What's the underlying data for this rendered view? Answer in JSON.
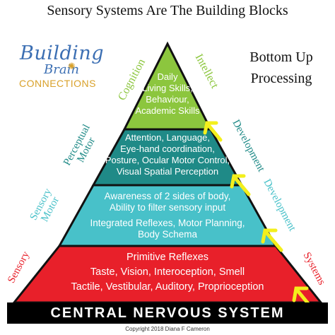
{
  "title": "Sensory Systems Are The Building Blocks",
  "logo": {
    "line1": "Building",
    "line2": "Brain",
    "line3": "CONNECTIONS"
  },
  "bottom_up": {
    "line1": "Bottom Up",
    "line2": "Processing"
  },
  "tiers": {
    "top": [
      "Daily",
      "Living Skills,",
      "Behaviour,",
      "Academic Skills"
    ],
    "second": [
      "Attention, Language,",
      "Eye-hand coordination,",
      "Posture, Ocular Motor Control,",
      "Visual Spatial Perception"
    ],
    "third": [
      "Awareness of 2 sides of body,",
      "Ability to filter sensory input",
      "Integrated Reflexes, Motor Planning,",
      "Body Schema"
    ],
    "bottom": [
      "Primitive Reflexes",
      "Taste, Vision, Interoception, Smell",
      "Tactile, Vestibular, Auditory, Proprioception"
    ]
  },
  "side_labels": {
    "cognition": "Cognition",
    "intellect": "Intellect",
    "perceptual_motor": [
      "Perceptual",
      "Motor"
    ],
    "development_1": "Development",
    "sensory_motor": [
      "Sensory",
      "Motor"
    ],
    "development_2": "Development",
    "sensory": "Sensory",
    "systems": "Systems"
  },
  "base": "CENTRAL NERVOUS SYSTEM",
  "copyright": "Copyright 2018 Diana F Cameron",
  "colors": {
    "top_tier": "#8cc63e",
    "second_tier": "#1f8a87",
    "third_tier": "#48c1c9",
    "bottom_tier": "#e8202a",
    "arrows": "#f3ef1c",
    "outline": "#111111"
  }
}
